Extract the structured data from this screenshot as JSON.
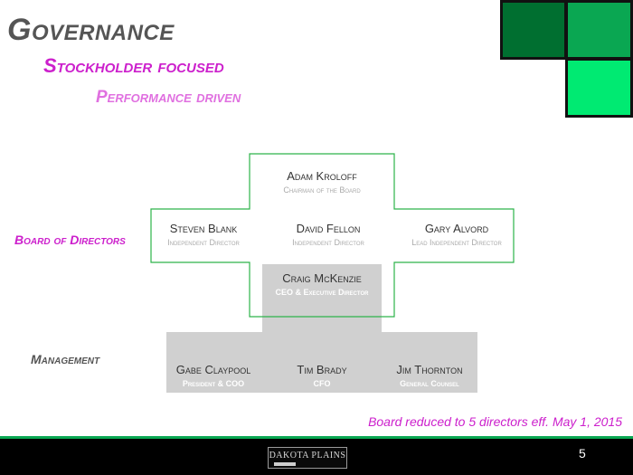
{
  "title": "Governance",
  "subtitle1": "Stockholder focused",
  "subtitle2": "Performance driven",
  "labels": {
    "board": "Board of Directors",
    "management": "Management"
  },
  "board": {
    "chairman": {
      "name": "Adam Kroloff",
      "role": "Chairman of the Board"
    },
    "directors": [
      {
        "name": "Steven Blank",
        "role": "Independent Director"
      },
      {
        "name": "David Fellon",
        "role": "Independent Director"
      },
      {
        "name": "Gary Alvord",
        "role": "Lead Independent Director"
      }
    ],
    "ceo": {
      "name": "Craig McKenzie",
      "role": "CEO & Executive Director"
    }
  },
  "management": [
    {
      "name": "Gabe Claypool",
      "role": "President & COO"
    },
    {
      "name": "Tim Brady",
      "role": "CFO"
    },
    {
      "name": "Jim Thornton",
      "role": "General Counsel"
    }
  ],
  "note": "Board reduced to 5 directors eff. May 1, 2015",
  "footer": {
    "logo_text": "DAKOTA PLAINS",
    "page_number": "5"
  },
  "colors": {
    "accent_magenta": "#cc1fcc",
    "accent_green": "#0aa752",
    "dark_green": "#006f30",
    "bright_green": "#00ea72"
  }
}
